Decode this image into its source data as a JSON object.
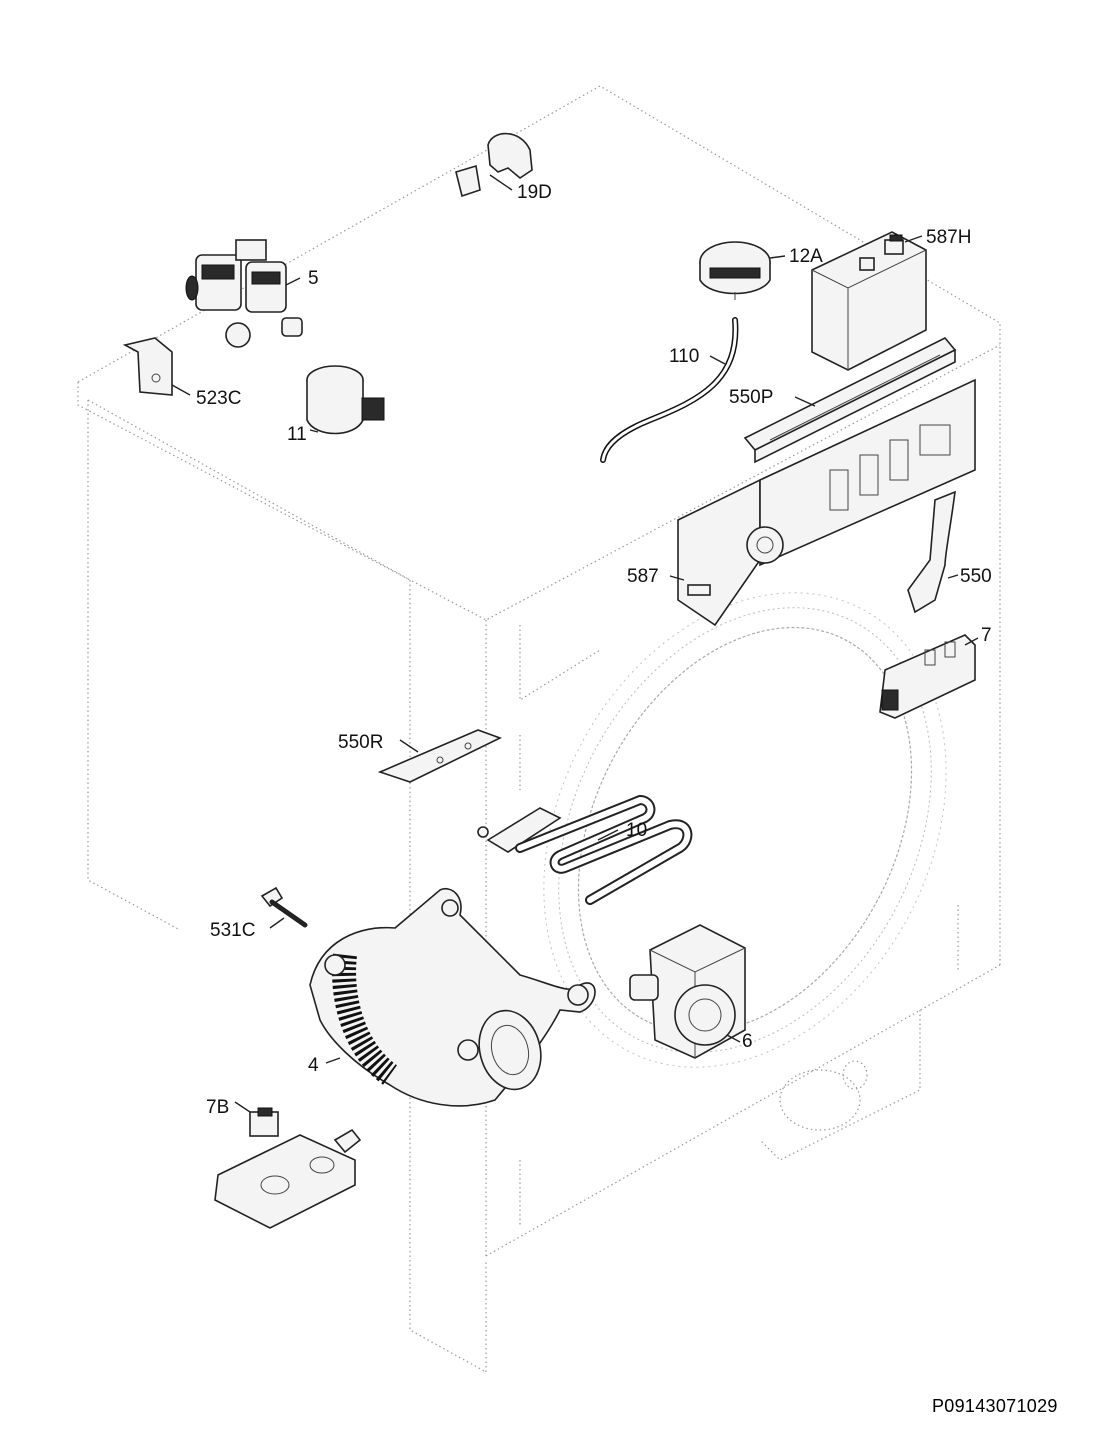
{
  "parts": [
    {
      "id": "p-19D",
      "label": "19D"
    },
    {
      "id": "p-5",
      "label": "5"
    },
    {
      "id": "p-523C",
      "label": "523C"
    },
    {
      "id": "p-11",
      "label": "11"
    },
    {
      "id": "p-12A",
      "label": "12A"
    },
    {
      "id": "p-110",
      "label": "110"
    },
    {
      "id": "p-587H",
      "label": "587H"
    },
    {
      "id": "p-550P",
      "label": "550P"
    },
    {
      "id": "p-587",
      "label": "587"
    },
    {
      "id": "p-550",
      "label": "550"
    },
    {
      "id": "p-7",
      "label": "7"
    },
    {
      "id": "p-550R",
      "label": "550R"
    },
    {
      "id": "p-10",
      "label": "10"
    },
    {
      "id": "p-531C",
      "label": "531C"
    },
    {
      "id": "p-6",
      "label": "6"
    },
    {
      "id": "p-4",
      "label": "4"
    },
    {
      "id": "p-7B",
      "label": "7B"
    }
  ],
  "diagram_code": "P09143071029"
}
